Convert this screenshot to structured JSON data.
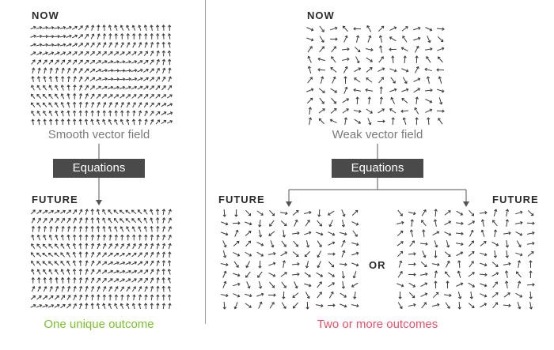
{
  "left": {
    "now_label": "NOW",
    "now_caption": "Smooth vector field",
    "equations_label": "Equations",
    "future_label": "FUTURE",
    "outcome": "One unique outcome",
    "outcome_color": "#7cbf2f"
  },
  "right": {
    "now_label": "NOW",
    "now_caption": "Weak vector field",
    "equations_label": "Equations",
    "future_label_left": "FUTURE",
    "future_label_right": "FUTURE",
    "or_label": "OR",
    "outcome": "Two or more outcomes",
    "outcome_color": "#e8506a"
  },
  "colors": {
    "arrow": "#3a3a3a",
    "box": "#4a4a4a",
    "divider": "#9a9a9a",
    "caption": "#7a7a7a"
  }
}
